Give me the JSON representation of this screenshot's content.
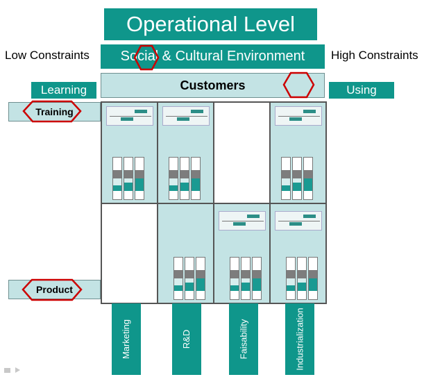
{
  "title": "Operational Level",
  "environment_band": "Social & Cultural Environment",
  "customers": "Customers",
  "low_constraints": "Low Constraints",
  "high_constraints": "High Constraints",
  "learning": "Learning",
  "using": "Using",
  "row_labels": [
    "Training",
    "Product"
  ],
  "column_labels": [
    "Marketing",
    "R&D",
    "Faisability",
    "Industrialization"
  ],
  "colors": {
    "teal": "#0f968b",
    "pale": "#c3e3e4",
    "highlight": "#cc0000"
  }
}
